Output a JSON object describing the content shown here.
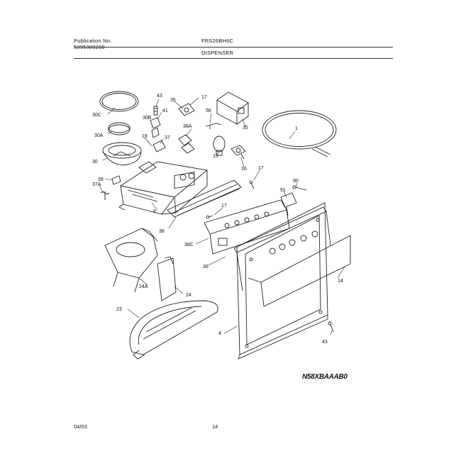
{
  "header": {
    "publication_label": "Publication No.",
    "publication_number": "5995389268",
    "model": "FRS26BH6C",
    "section": "DISPENSER"
  },
  "footer": {
    "date": "04/03",
    "page": "14"
  },
  "diagram_code": "N58XBAAAB0",
  "callouts": {
    "c300": "30C",
    "c30b": "30B",
    "c30a": "30A",
    "c30": "30",
    "c43a": "43",
    "c41": "41",
    "c19": "19",
    "c37": "37",
    "c35a": "35",
    "c17a": "17",
    "c56": "56",
    "c35b": "35",
    "c38a": "38A",
    "c15": "15",
    "c16": "16",
    "c1": "1",
    "c39": "39",
    "c37a": "37A",
    "c8": "8",
    "c17b": "17",
    "c17c": "17",
    "c90": "90",
    "c91": "91",
    "c38": "38",
    "c38c": "38C",
    "c36": "36",
    "c14": "14",
    "c24a": "24A",
    "c24": "24",
    "c23": "23",
    "c4": "4",
    "c43b": "43"
  }
}
